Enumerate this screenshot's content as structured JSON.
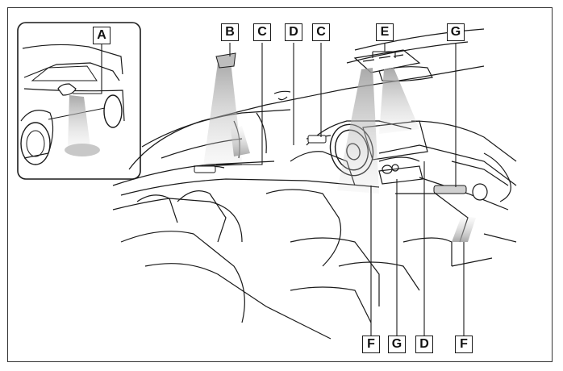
{
  "callouts": {
    "a": "A",
    "b": "B",
    "c_rear": "C",
    "d_top": "D",
    "c_front": "C",
    "e": "E",
    "g_top": "G",
    "f_left": "F",
    "g_bottom": "G",
    "d_bottom": "D",
    "f_right": "F"
  },
  "colors": {
    "line": "#1a1a1a",
    "light_beam": "#bdbdbd"
  }
}
